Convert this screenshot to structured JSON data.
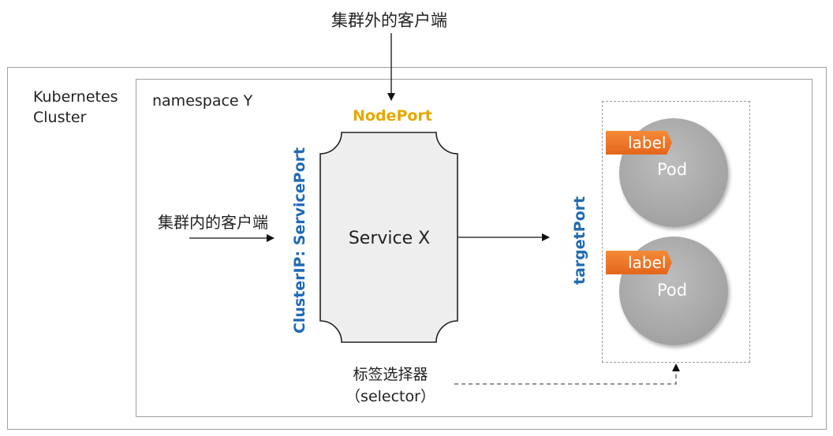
{
  "external_client": "集群外的客户端",
  "internal_client": "集群内的客户端",
  "cluster_label": "Kubernetes\nCluster",
  "namespace_label": "namespace Y",
  "nodeport_label": "NodePort",
  "clusterip_label": "ClusterIP: ServicePort",
  "service_label": "Service X",
  "targetport_label": "targetPort",
  "pods": [
    {
      "tag": "label",
      "name": "Pod"
    },
    {
      "tag": "label",
      "name": "Pod"
    }
  ],
  "selector_label": "标签选择器\n（selector）",
  "colors": {
    "nodeport": "#e5a800",
    "port_text": "#1f6bb5",
    "label_tag": "#f07a28",
    "pod": "#a8a8a8",
    "service_fill": "#eeeeee"
  }
}
